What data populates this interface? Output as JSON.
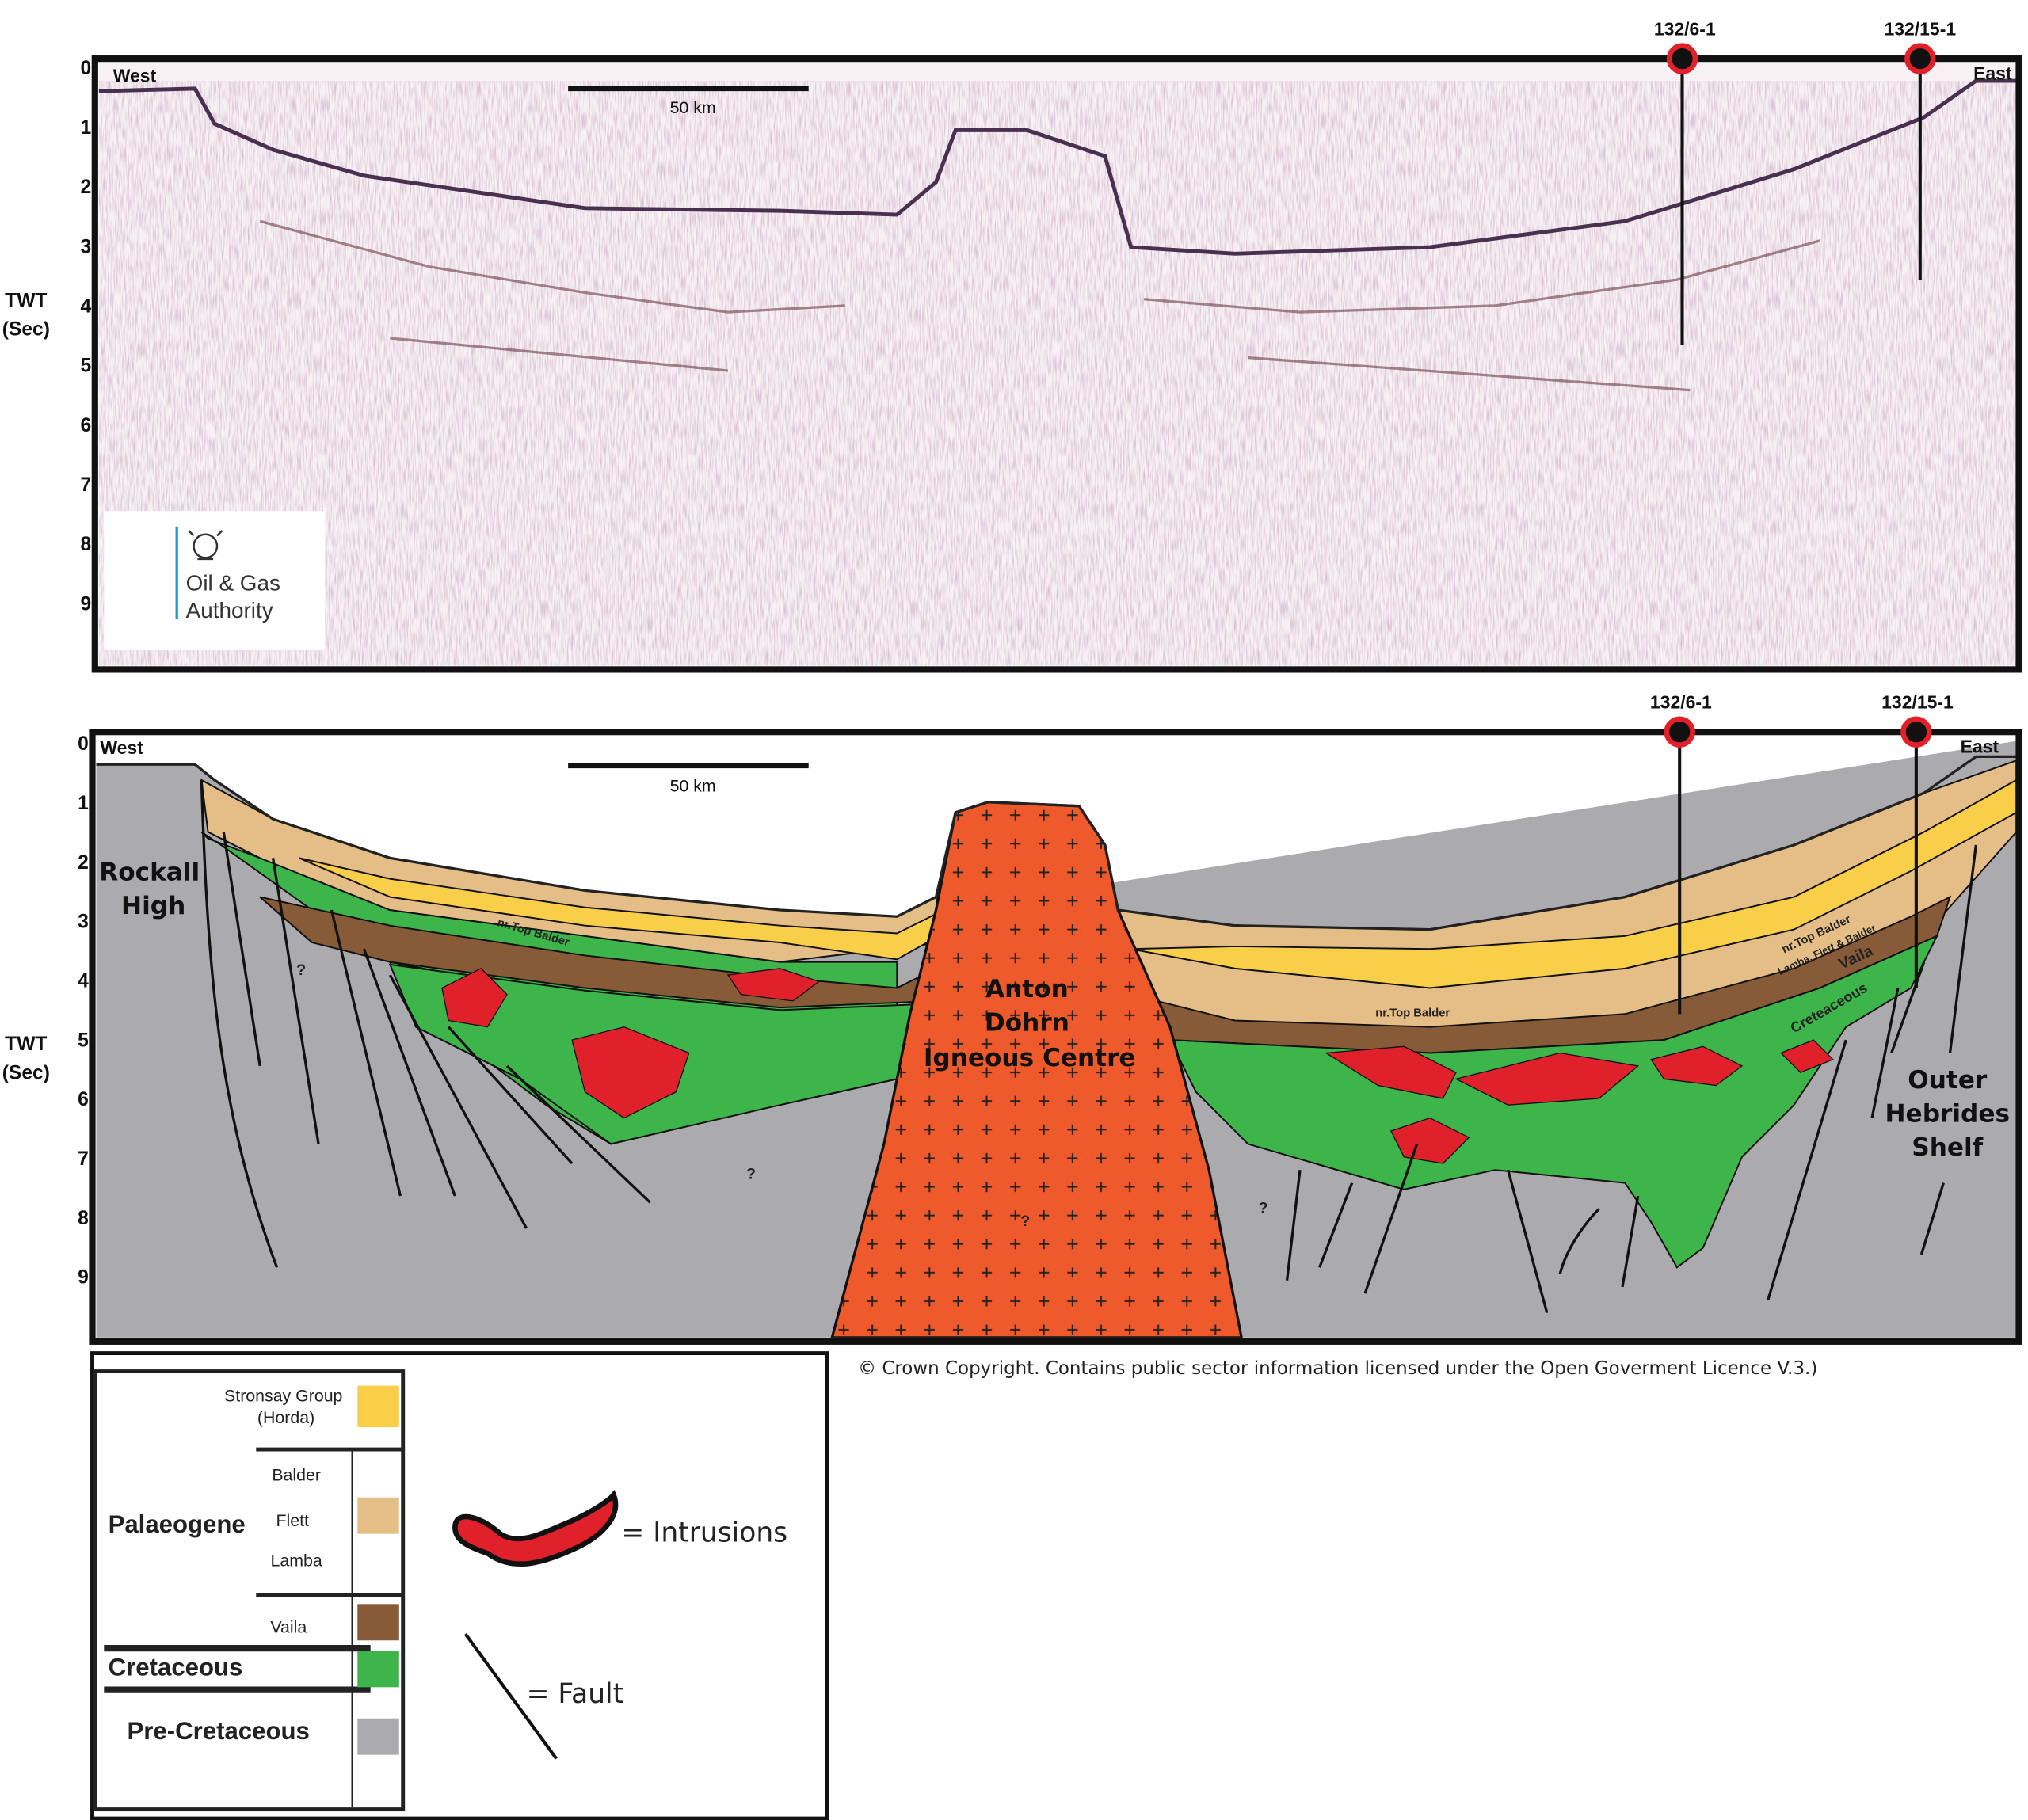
{
  "axis": {
    "label_line1": "TWT",
    "label_line2": "(Sec)",
    "ticks": [
      "0",
      "1",
      "2",
      "3",
      "4",
      "5",
      "6",
      "7",
      "8",
      "9"
    ]
  },
  "top_panel": {
    "west": "West",
    "east": "East",
    "scale_bar": "50 km",
    "wells": [
      {
        "name": "132/6-1"
      },
      {
        "name": "132/15-1"
      }
    ],
    "logo": {
      "line1": "Oil & Gas",
      "line2": "Authority"
    }
  },
  "bottom_panel": {
    "west": "West",
    "east": "East",
    "scale_bar": "50 km",
    "wells": [
      {
        "name": "132/6-1"
      },
      {
        "name": "132/15-1"
      }
    ],
    "rockall": [
      "Rockall",
      "High"
    ],
    "anton": [
      "Anton",
      "Dohrn",
      "Igneous Centre"
    ],
    "outer": [
      "Outer",
      "Hebrides",
      "Shelf"
    ],
    "horizons": {
      "west_top_balder": "nr.Top Balder",
      "east_top_balder": "nr.Top Balder",
      "shelf_top_balder": "nr.Top Balder",
      "lamba": "Lamba, Flett & Balder",
      "vaila": "Vaila",
      "cretaceous": "Creteaceous"
    },
    "unknown": "?"
  },
  "copyright": "© Crown Copyright. Contains public sector information licensed under the Open Goverment Licence V.3.)",
  "legend": {
    "stronsay": "Stronsay Group",
    "horda": "(Horda)",
    "balder": "Balder",
    "flett": "Flett",
    "lamba": "Lamba",
    "palaeogene": "Palaeogene",
    "vaila": "Vaila",
    "cretaceous": "Cretaceous",
    "precretaceous": "Pre-Cretaceous",
    "intrusions": "= Intrusions",
    "fault": "= Fault"
  },
  "colors": {
    "stronsay": "#F9CF4A",
    "palaeogene": "#E5BE87",
    "vaila": "#875A38",
    "cretaceous": "#3DB54A",
    "precretaceous": "#ABABAF",
    "igneous": "#EE5A2C",
    "intrusion": "#E0202A",
    "well": "#E3202A"
  }
}
